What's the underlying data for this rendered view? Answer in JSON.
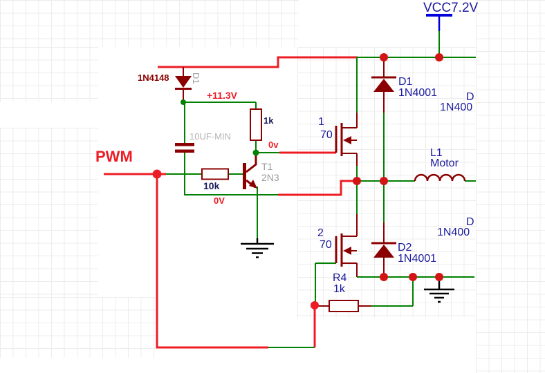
{
  "schematic": {
    "power": {
      "vcc_label": "VCC7.2V"
    },
    "net_labels": {
      "pwm": "PWM"
    },
    "annotations": {
      "v_boost": "+11.3V",
      "v_zero_gate": "0v",
      "v_zero_emitter": "0V"
    },
    "components": {
      "diode_small": {
        "value": "1N4148",
        "ref_vertical": "D1"
      },
      "capacitor": {
        "value": "10UF-MIN"
      },
      "resistor_pullup": {
        "value": "1k"
      },
      "resistor_base": {
        "value": "10k"
      },
      "transistor": {
        "ref": "T1",
        "value": "2N3"
      },
      "mosfet_top": {
        "ref_clip": "1",
        "value_clip": "70"
      },
      "mosfet_bottom": {
        "ref_clip": "2",
        "value_clip": "70"
      },
      "diode_d1": {
        "ref": "D1",
        "value": "1N4001"
      },
      "diode_d2": {
        "ref": "D2",
        "value": "1N4001"
      },
      "inductor": {
        "ref": "L1",
        "value": "Motor"
      },
      "resistor_r4": {
        "ref": "R4",
        "value": "1k"
      },
      "diode_clipped_top": {
        "ref": "D",
        "value": "1N400"
      },
      "diode_clipped_bottom": {
        "ref": "D",
        "value": "1N400"
      }
    },
    "colors": {
      "wire_green": "#008000",
      "highlight_red": "#ed1c24",
      "component_maroon": "#8b0000",
      "label_navy": "#1a1a9e",
      "power_blue": "#0000dd",
      "junction_red": "#d21414"
    }
  }
}
